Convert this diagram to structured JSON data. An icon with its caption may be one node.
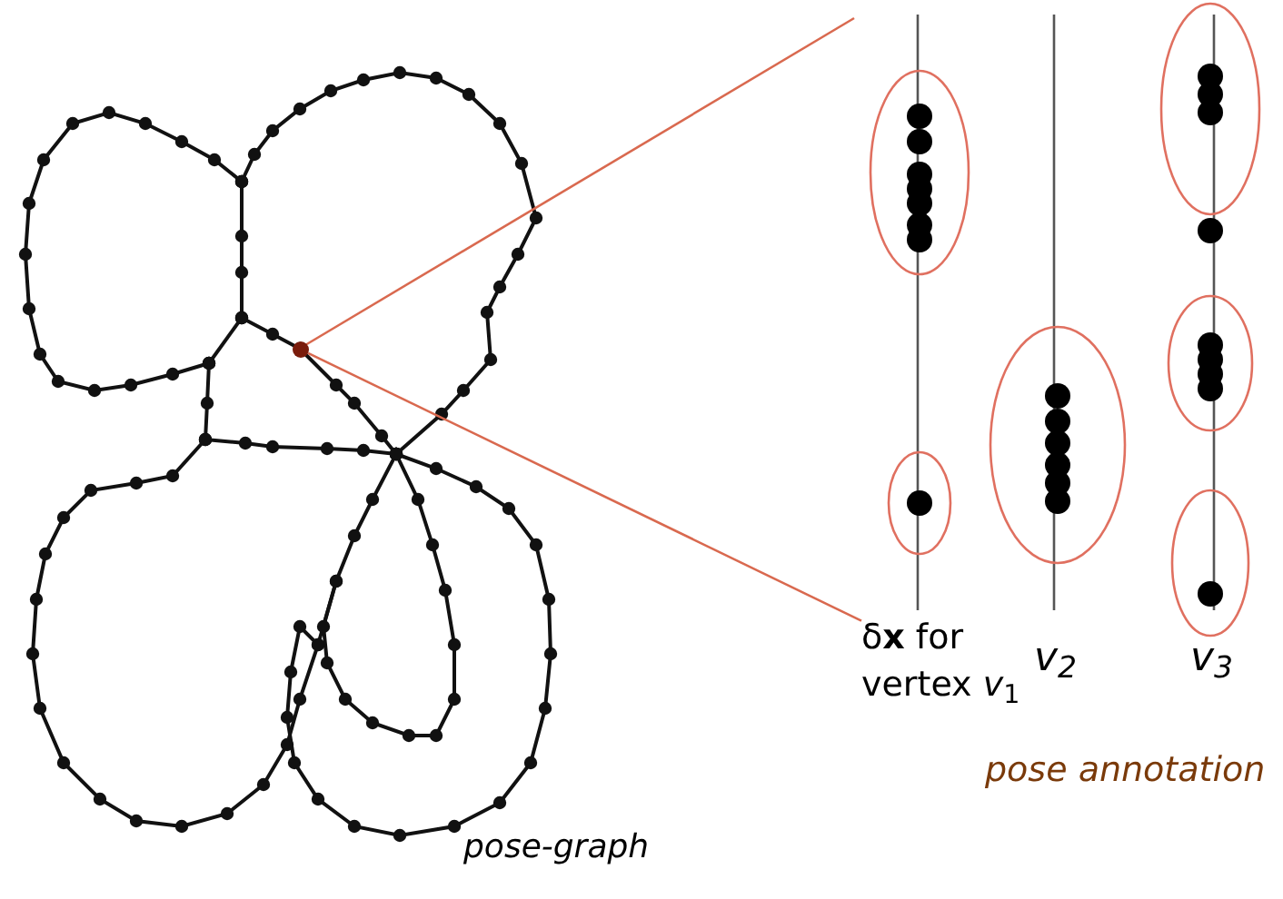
{
  "diagram": {
    "nodes": [
      {
        "text": [],
        "shape": "circle"
      },
      {
        "text": [
          "δ**x** for vertex *v*$_{1}$"
        ]
      }
    ],
    "edges": [
      {
        "from": 1,
        "to": 0,
        "arrow": "none",
        "color": "#d9694f"
      }
    ],
    "labels": [
      "v$_{2}$",
      "v$_{3}$",
      "pose annotation",
      "pose-graph"
    ]
  }
}
